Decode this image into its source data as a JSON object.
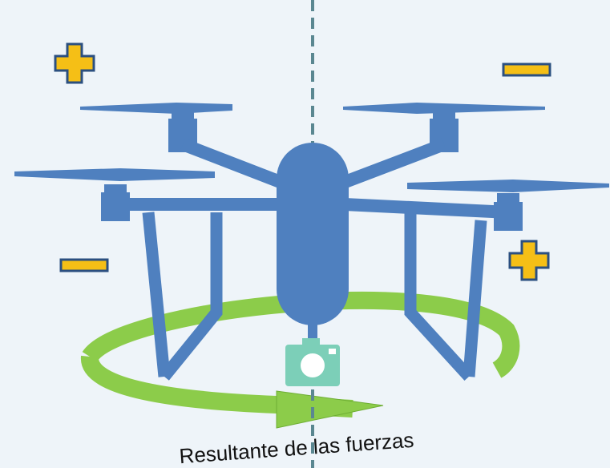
{
  "caption": "Resultante de las fuerzas",
  "signs": {
    "top_left": "plus",
    "top_right": "minus",
    "middle_left": "minus",
    "middle_right": "plus"
  },
  "colors": {
    "background": "#eef4f9",
    "drone": "#4f80bf",
    "sign_fill": "#f5bf16",
    "sign_stroke": "#2b4f80",
    "arrow": "#8ccc4a",
    "arrow_stroke": "#6eae34",
    "camera": "#7ccfb8",
    "axis": "#5a8791"
  },
  "icons": [
    "plus-sign-icon",
    "minus-sign-icon",
    "camera-icon",
    "rotation-arrow-icon"
  ]
}
